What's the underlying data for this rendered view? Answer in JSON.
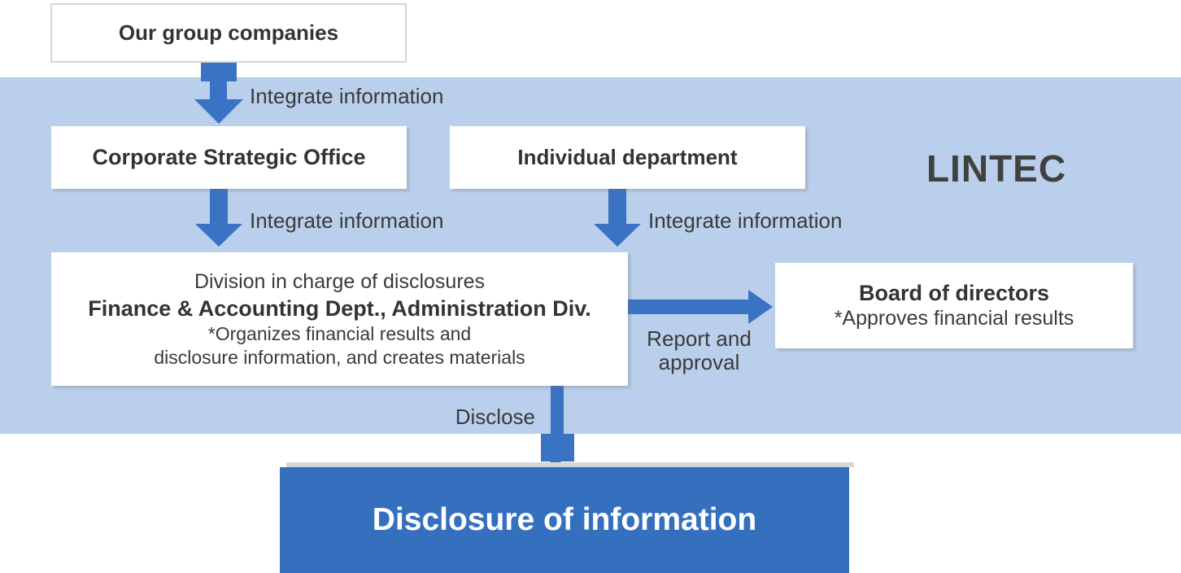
{
  "colors": {
    "band_background": "#b9cfeb",
    "arrow_blue": "#3a73c4",
    "disclosure_box_blue": "#3570bf",
    "label_text": "#3a3a3a",
    "box_title_text": "#333333",
    "brand_text": "#404040"
  },
  "brand": {
    "name": "LINTEC"
  },
  "nodes": {
    "group_companies": {
      "label": "Our group companies"
    },
    "corporate_strategic_office": {
      "label": "Corporate Strategic Office"
    },
    "individual_department": {
      "label": "Individual department"
    },
    "division": {
      "line1": "Division in charge of disclosures",
      "line2": "Finance & Accounting Dept., Administration Div.",
      "line3": "*Organizes financial results and",
      "line4": "disclosure information, and creates materials"
    },
    "board": {
      "title": "Board of directors",
      "note": "*Approves financial results"
    },
    "disclosure": {
      "label": "Disclosure of information"
    }
  },
  "edges": {
    "integrate_top": "Integrate information",
    "integrate_left": "Integrate information",
    "integrate_right": "Integrate information",
    "report_line1": "Report and",
    "report_line2": "approval",
    "disclose": "Disclose"
  }
}
